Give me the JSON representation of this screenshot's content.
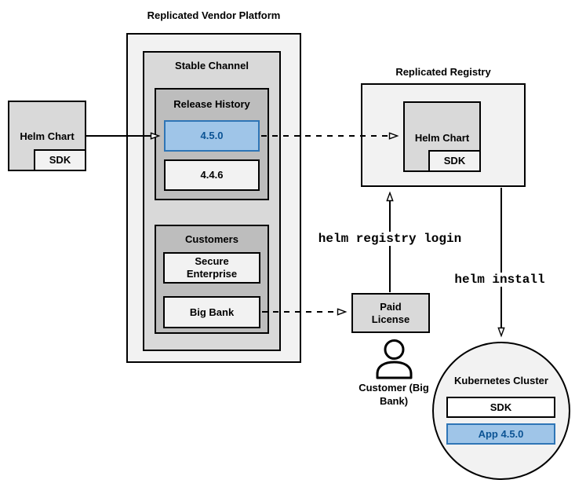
{
  "colors": {
    "highlight_fill": "#9FC5E8",
    "highlight_border": "#2E75B6",
    "highlight_text": "#0B5394",
    "gray_light": "#F2F2F2",
    "gray_mid": "#D9D9D9",
    "gray_dark": "#BDBDBD"
  },
  "source_chart": {
    "label": "Helm Chart",
    "sdk": "SDK"
  },
  "platform": {
    "title": "Replicated Vendor Platform",
    "stable_channel": {
      "title": "Stable Channel",
      "release_history": {
        "title": "Release History",
        "releases": [
          {
            "version": "4.5.0",
            "highlighted": true
          },
          {
            "version": "4.4.6",
            "highlighted": false
          }
        ]
      },
      "customers": {
        "title": "Customers",
        "items": [
          {
            "name": "Secure Enterprise"
          },
          {
            "name": "Big Bank"
          }
        ]
      }
    }
  },
  "registry": {
    "title": "Replicated Registry",
    "helm_chart": "Helm Chart",
    "sdk": "SDK"
  },
  "license": {
    "label": "Paid License"
  },
  "customer": {
    "label": "Customer (Big Bank)"
  },
  "commands": {
    "registry_login": "helm registry login",
    "install": "helm install"
  },
  "cluster": {
    "title": "Kubernetes Cluster",
    "sdk": "SDK",
    "app": "App 4.5.0"
  }
}
